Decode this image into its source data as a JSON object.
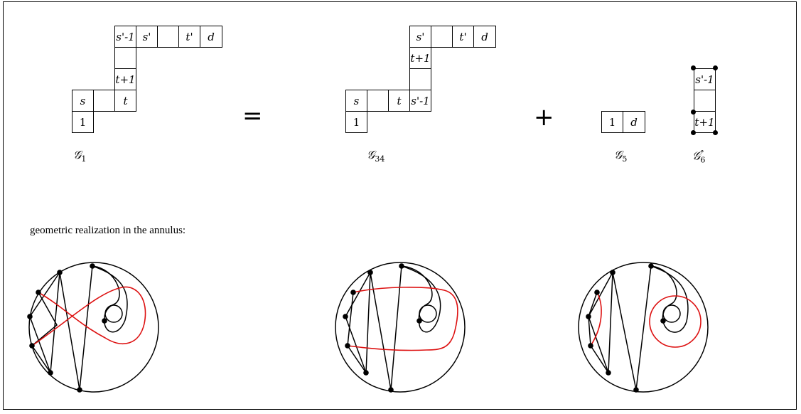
{
  "caption": "geometric realization in the annulus:",
  "operators": {
    "equals": "=",
    "plus": "+"
  },
  "g1": {
    "label_main": "𝒢",
    "label_sub": "1",
    "cells": {
      "c00": "s'-1",
      "c01": "s'",
      "c02": "",
      "c03": "t'",
      "c04": "d",
      "c10": "",
      "c20": "t+1",
      "c30": "t",
      "c31": "",
      "c32": "s",
      "c40": "1"
    }
  },
  "g34": {
    "label_main": "𝒢",
    "label_sub": "34",
    "cells": {
      "c00": "s'",
      "c01": "",
      "c02": "t'",
      "c03": "d",
      "c10": "t+1",
      "c20": "",
      "c30": "s'-1",
      "c31": "t",
      "c32": "",
      "c33": "s",
      "c40": "1"
    }
  },
  "g5": {
    "label_main": "𝒢",
    "label_sub": "5",
    "cells": {
      "c0": "1",
      "c1": "d"
    }
  },
  "g6": {
    "label_main": "𝒢",
    "label_sub": "6",
    "label_sup": "∘",
    "cells": {
      "c0": "s'-1",
      "c1": "",
      "c2": "t+1"
    }
  },
  "colors": {
    "ink": "#000000",
    "curve": "#dd1111"
  }
}
